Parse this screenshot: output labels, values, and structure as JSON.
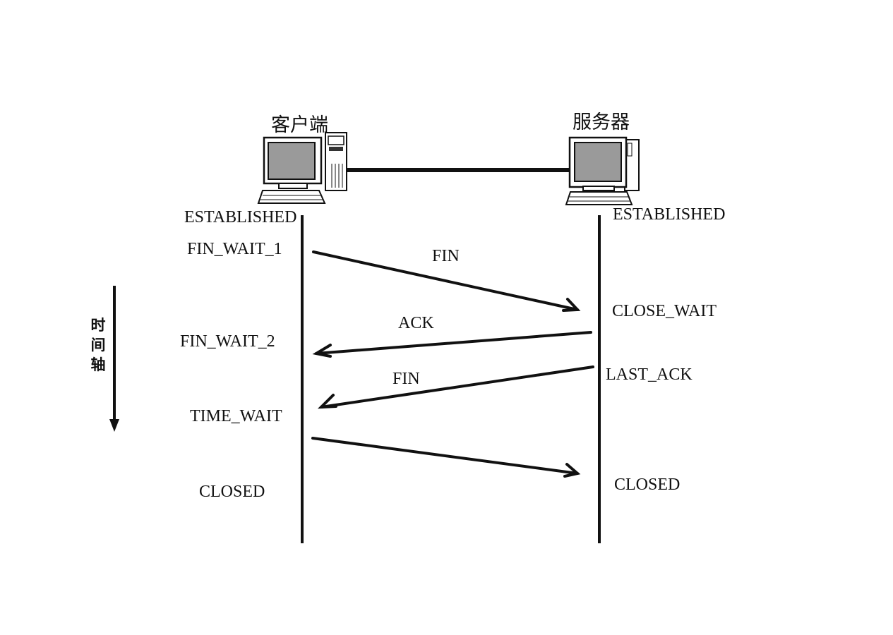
{
  "hosts": {
    "client": {
      "label": "客户端"
    },
    "server": {
      "label": "服务器"
    }
  },
  "time_axis": {
    "label": "时间轴"
  },
  "client_states": {
    "established": "ESTABLISHED",
    "fin_wait_1": "FIN_WAIT_1",
    "fin_wait_2": "FIN_WAIT_2",
    "time_wait": "TIME_WAIT",
    "closed": "CLOSED"
  },
  "server_states": {
    "established": "ESTABLISHED",
    "close_wait": "CLOSE_WAIT",
    "last_ack": "LAST_ACK",
    "closed": "CLOSED"
  },
  "messages": {
    "fin_1": "FIN",
    "ack_1": "ACK",
    "fin_2": "FIN",
    "ack_2": ""
  },
  "colors": {
    "ink": "#111111",
    "screen": "#9a9a9a",
    "background": "#ffffff"
  }
}
